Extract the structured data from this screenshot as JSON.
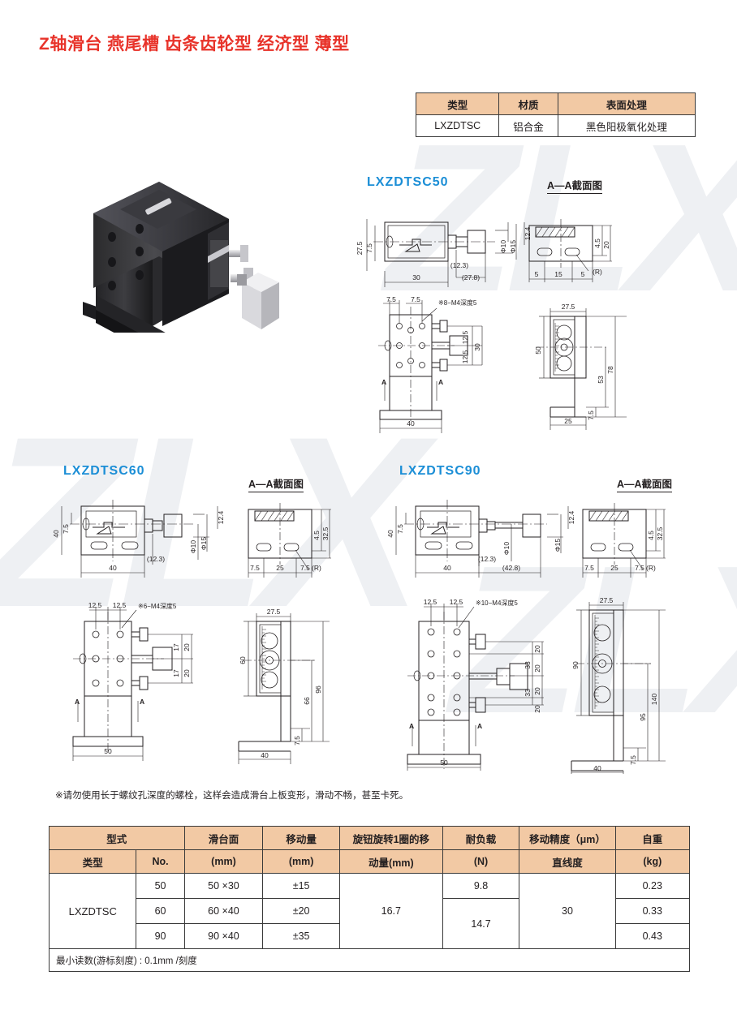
{
  "page": {
    "title": "Z轴滑台 燕尾槽 齿条齿轮型 经济型 薄型",
    "note": "※请勿使用长于螺纹孔深度的螺栓，这样会造成滑台上板变形，滑动不畅，甚至卡死。",
    "watermark": "ZLX"
  },
  "material_table": {
    "headers": [
      "类型",
      "材质",
      "表面处理"
    ],
    "row": [
      "LXZDTSC",
      "铝合金",
      "黑色阳极氧化处理"
    ]
  },
  "sections": {
    "s50": {
      "model": "LXZDTSC50",
      "aa_label": "A—A截面图",
      "top_view": {
        "left_outer": "27.5",
        "left_inner": "7.5",
        "len_30": "30",
        "paren_12_3": "(12.3)",
        "paren_27_8": "(27.8)",
        "dia_10": "Φ10",
        "dia_15": "Φ15",
        "h_12_4": "12.4"
      },
      "section_aa": {
        "d_4_5": "4.5",
        "d_20": "20",
        "d_5a": "5",
        "d_15": "15",
        "d_5b": "5",
        "radius": "(R)"
      },
      "front_view": {
        "top_7_5a": "7.5",
        "top_7_5b": "7.5",
        "thread": "※8−M4深度5",
        "p_12_5a": "12.5",
        "p_12_5b": "12.5",
        "p_30": "30",
        "width_40": "40",
        "mark_a": "A"
      },
      "side_view": {
        "w_27_5": "27.5",
        "h_50": "50",
        "h_78": "78",
        "h_53": "53",
        "h_7_5": "7.5",
        "base_25": "25"
      }
    },
    "s60": {
      "model": "LXZDTSC60",
      "aa_label": "A—A截面图",
      "top_view": {
        "h_40": "40",
        "h_7_5": "7.5",
        "h_12_4": "12.4",
        "dia_10": "Φ10",
        "dia_15": "Φ15",
        "paren_12_3": "(12.3)",
        "len_40": "40"
      },
      "section_aa": {
        "d_32_5": "32.5",
        "d_4_5": "4.5",
        "d_7_5a": "7.5",
        "d_25": "25",
        "d_7_5b": "7.5",
        "radius": "(R)"
      },
      "front_view": {
        "p_12_5a": "12.5",
        "p_12_5b": "12.5",
        "thread": "※6−M4深度5",
        "d_17a": "17",
        "d_20a": "20",
        "d_17b": "17",
        "d_20b": "20",
        "width_50": "50",
        "mark_a": "A"
      },
      "side_view": {
        "w_27_5": "27.5",
        "h_60": "60",
        "h_96": "96",
        "h_66": "66",
        "h_7_5": "7.5",
        "base_40": "40"
      }
    },
    "s90": {
      "model": "LXZDTSC90",
      "aa_label": "A—A截面图",
      "top_view": {
        "h_40": "40",
        "h_7_5": "7.5",
        "h_12_4": "12.4",
        "dia_10": "Φ10",
        "dia_15": "Φ15",
        "paren_12_3": "(12.3)",
        "len_40": "40",
        "paren_42_8": "(42.8)"
      },
      "section_aa": {
        "d_32_5": "32.5",
        "d_4_5": "4.5",
        "d_7_5a": "7.5",
        "d_25": "25",
        "d_7_5b": "7.5",
        "radius": "(R)"
      },
      "front_view": {
        "p_12_5a": "12.5",
        "p_12_5b": "12.5",
        "thread": "※10−M4深度5",
        "d_20a": "20",
        "d_33a": "33",
        "d_20b": "20",
        "d_20c": "20",
        "d_33b": "33",
        "d_20d": "20",
        "width_50": "50",
        "mark_a": "A"
      },
      "side_view": {
        "w_27_5": "27.5",
        "h_90": "90",
        "h_140": "140",
        "h_95": "95",
        "h_7_5": "7.5",
        "base_40": "40"
      }
    }
  },
  "spec_table": {
    "headers_row1": [
      "型式",
      "滑台面",
      "移动量",
      "旋钮旋转1圈的移",
      "耐负载",
      "移动精度（μm）",
      "自重"
    ],
    "headers_row2": [
      "类型",
      "No.",
      "(mm)",
      "(mm)",
      "动量(mm)",
      "(N)",
      "直线度",
      "(kg)"
    ],
    "model": "LXZDTSC",
    "rows": [
      {
        "no": "50",
        "surface": "50 ×30",
        "travel": "±15",
        "weight": "0.23"
      },
      {
        "no": "60",
        "surface": "60 ×40",
        "travel": "±20",
        "weight": "0.33"
      },
      {
        "no": "90",
        "surface": "90 ×40",
        "travel": "±35",
        "weight": "0.43"
      }
    ],
    "per_turn": "16.7",
    "load_top": "9.8",
    "load_bottom": "14.7",
    "accuracy": "30",
    "footer": "最小读数(游标刻度) : 0.1mm /刻度"
  }
}
